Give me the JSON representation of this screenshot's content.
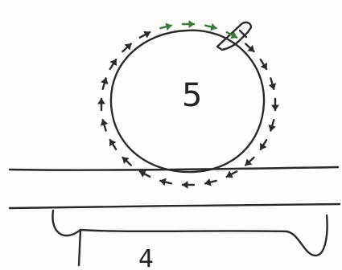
{
  "diagram": {
    "labels": {
      "ball": "5",
      "base": "4"
    },
    "arrow_ring": {
      "arrow_count": 24,
      "direction": "clockwise",
      "arrow_color": "#2a2a2a",
      "accent_color": "#3a7a3a"
    },
    "ink_color": "#2a2a2a"
  }
}
